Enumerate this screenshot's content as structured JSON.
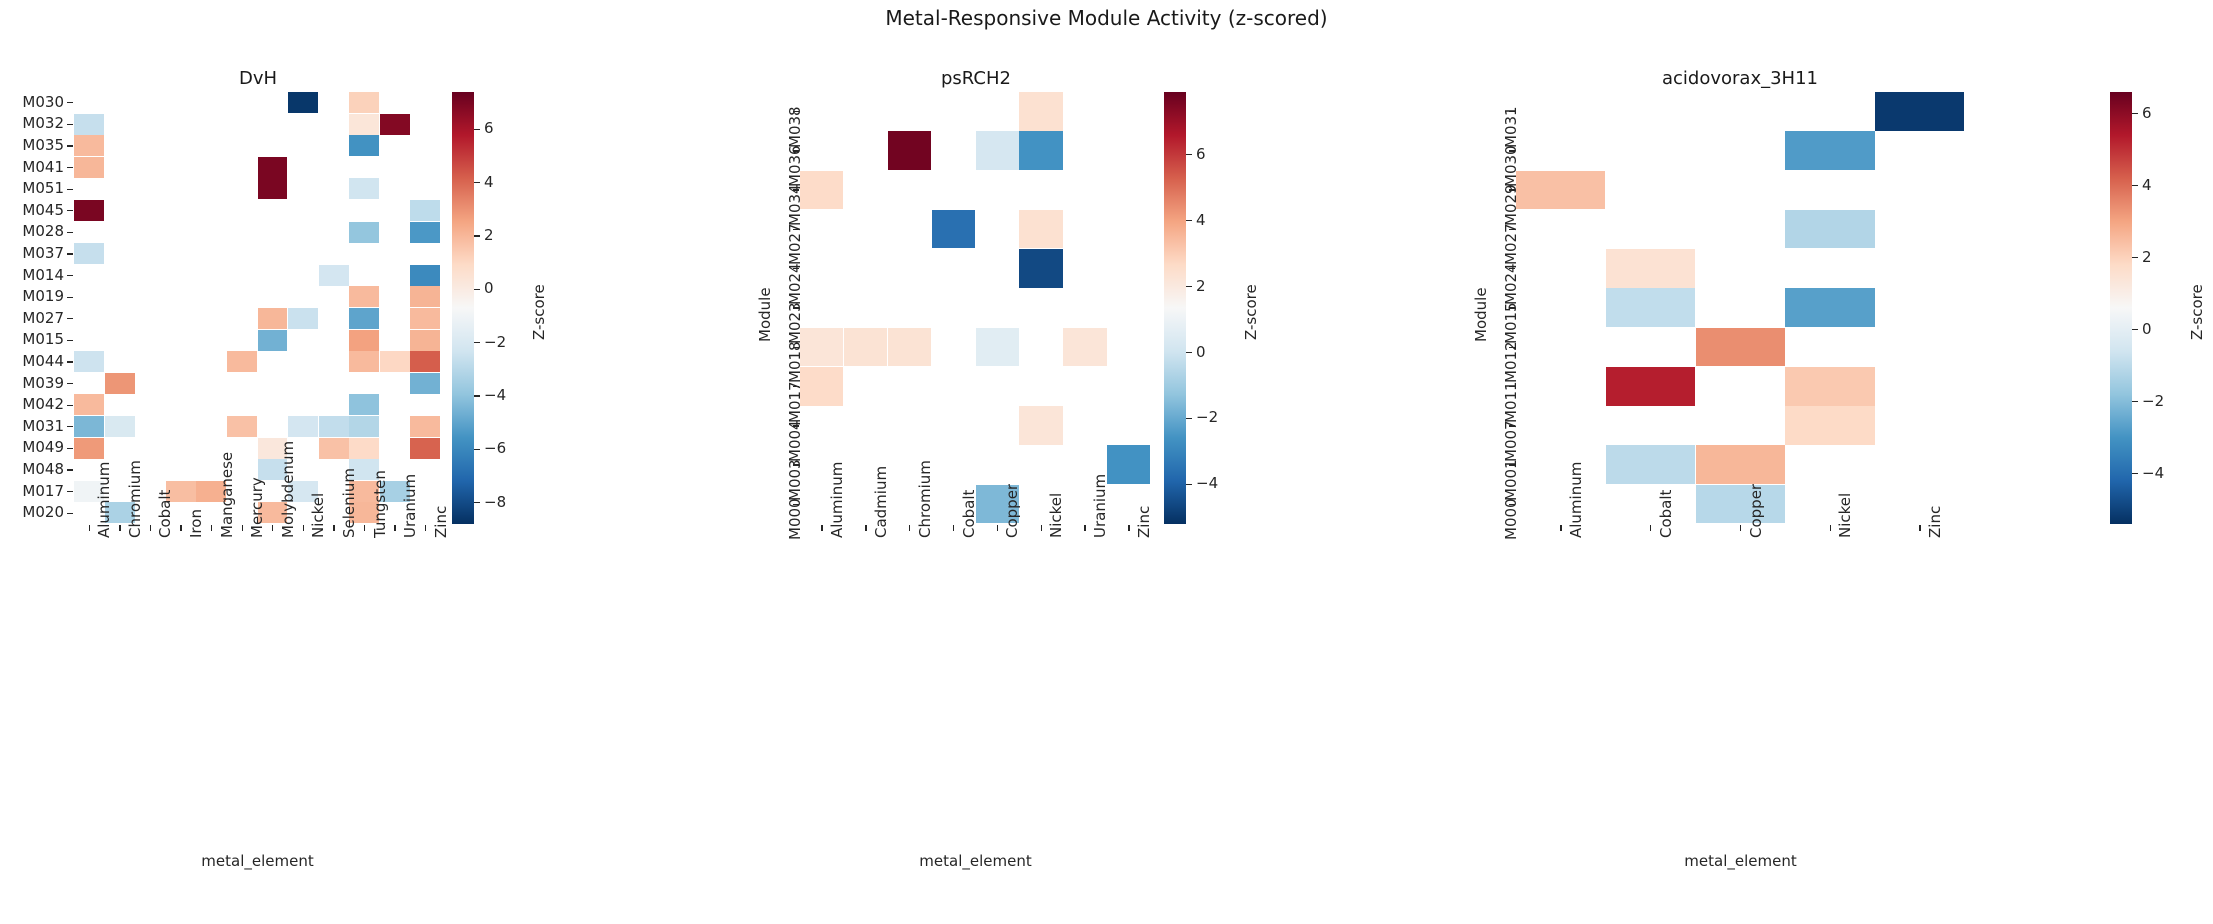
{
  "figure": {
    "suptitle": "Metal-Responsive Module Activity (z-scored)",
    "colorbar_label": "Z-score",
    "xaxis_label": "metal_element",
    "yaxis_label": "Module"
  },
  "chart_data": [
    {
      "type": "heatmap",
      "title": "DvH",
      "xlabel": "metal_element",
      "ylabel": "Module",
      "cbar_label": "Z-score",
      "cbar_ticks": [
        6,
        4,
        2,
        0,
        -2,
        -4,
        -6,
        -8
      ],
      "vmin": -8.8,
      "vmax": 7.4,
      "categories": [
        "Aluminum",
        "Chromium",
        "Cobalt",
        "Iron",
        "Manganese",
        "Mercury",
        "Molybdenum",
        "Nickel",
        "Selenium",
        "Tungsten",
        "Uranium",
        "Zinc"
      ],
      "rows": [
        "M030",
        "M032",
        "M035",
        "M041",
        "M051",
        "M045",
        "M028",
        "M037",
        "M014",
        "M019",
        "M027",
        "M015",
        "M044",
        "M039",
        "M042",
        "M031",
        "M049",
        "M048",
        "M017",
        "M020"
      ],
      "values": [
        [
          null,
          null,
          null,
          null,
          null,
          null,
          null,
          -8.6,
          null,
          1.2,
          null,
          null
        ],
        [
          -2.6,
          null,
          null,
          null,
          null,
          null,
          null,
          null,
          null,
          0.3,
          6.8,
          null
        ],
        [
          1.9,
          null,
          null,
          null,
          null,
          null,
          null,
          null,
          null,
          -5.6,
          null,
          null
        ],
        [
          2.0,
          null,
          null,
          null,
          null,
          null,
          7.0,
          null,
          null,
          null,
          null,
          null
        ],
        [
          null,
          null,
          null,
          null,
          null,
          null,
          7.0,
          null,
          null,
          -2.3,
          null,
          null
        ],
        [
          7.0,
          null,
          null,
          null,
          null,
          null,
          null,
          null,
          null,
          null,
          null,
          -2.8
        ],
        [
          null,
          null,
          null,
          null,
          null,
          null,
          null,
          null,
          null,
          -3.9,
          null,
          -5.4
        ],
        [
          -2.6,
          null,
          null,
          null,
          null,
          null,
          null,
          null,
          null,
          null,
          null,
          null
        ],
        [
          null,
          null,
          null,
          null,
          null,
          null,
          null,
          null,
          -2.2,
          null,
          null,
          -5.9
        ],
        [
          null,
          null,
          null,
          null,
          null,
          null,
          null,
          null,
          null,
          1.9,
          null,
          2.1
        ],
        [
          null,
          null,
          null,
          null,
          null,
          null,
          2.0,
          -2.5,
          null,
          -5.0,
          null,
          1.9
        ],
        [
          null,
          null,
          null,
          null,
          null,
          null,
          -4.6,
          null,
          null,
          2.6,
          null,
          2.1
        ],
        [
          -2.4,
          null,
          null,
          null,
          null,
          1.9,
          null,
          null,
          null,
          1.9,
          1.0,
          4.2
        ],
        [
          null,
          2.9,
          null,
          null,
          null,
          null,
          null,
          null,
          null,
          null,
          null,
          -4.6
        ],
        [
          1.9,
          null,
          null,
          null,
          null,
          null,
          null,
          null,
          null,
          -4.0,
          null,
          null
        ],
        [
          -4.4,
          -2.0,
          null,
          null,
          null,
          1.7,
          null,
          -2.2,
          -2.7,
          -3.1,
          null,
          1.9
        ],
        [
          2.8,
          null,
          null,
          null,
          null,
          null,
          0.2,
          null,
          1.7,
          0.9,
          null,
          4.1
        ],
        [
          null,
          null,
          null,
          null,
          null,
          null,
          -2.6,
          null,
          null,
          -2.3,
          null,
          null
        ],
        [
          -1.0,
          null,
          null,
          1.8,
          2.2,
          null,
          null,
          -2.1,
          null,
          1.9,
          -3.4,
          null
        ],
        [
          null,
          -3.3,
          null,
          null,
          null,
          null,
          1.9,
          null,
          null,
          2.0,
          null,
          null
        ]
      ]
    },
    {
      "type": "heatmap",
      "title": "psRCH2",
      "xlabel": "metal_element",
      "ylabel": "Module",
      "cbar_label": "Z-score",
      "cbar_ticks": [
        6,
        4,
        2,
        0,
        -2,
        -4
      ],
      "vmin": -5.2,
      "vmax": 7.9,
      "categories": [
        "Aluminum",
        "Cadmium",
        "Chromium",
        "Cobalt",
        "Copper",
        "Nickel",
        "Uranium",
        "Zinc"
      ],
      "rows": [
        "M038",
        "M036",
        "M034",
        "M027",
        "M024",
        "M023",
        "M018",
        "M017",
        "M004",
        "M003",
        "M000"
      ],
      "values": [
        [
          null,
          null,
          null,
          null,
          null,
          2.4,
          null,
          null
        ],
        [
          null,
          null,
          7.7,
          null,
          0.2,
          -2.6,
          null,
          null
        ],
        [
          2.6,
          null,
          null,
          null,
          null,
          null,
          null,
          null
        ],
        [
          null,
          null,
          null,
          -3.6,
          null,
          2.4,
          null,
          null
        ],
        [
          null,
          null,
          null,
          null,
          null,
          -4.6,
          null,
          null
        ],
        [
          null,
          null,
          null,
          null,
          null,
          null,
          null,
          null
        ],
        [
          2.2,
          2.3,
          2.3,
          null,
          0.6,
          null,
          2.2,
          null
        ],
        [
          2.6,
          null,
          null,
          null,
          null,
          null,
          null,
          null
        ],
        [
          null,
          null,
          null,
          null,
          null,
          2.2,
          null,
          null
        ],
        [
          null,
          null,
          null,
          null,
          null,
          null,
          null,
          -2.6
        ],
        [
          null,
          null,
          null,
          null,
          -1.6,
          null,
          null,
          null
        ]
      ]
    },
    {
      "type": "heatmap",
      "title": "acidovorax_3H11",
      "xlabel": "metal_element",
      "ylabel": "Module",
      "cbar_label": "Z-score",
      "cbar_ticks": [
        6,
        4,
        2,
        0,
        -2,
        -4
      ],
      "vmin": -5.4,
      "vmax": 6.6,
      "categories": [
        "Aluminum",
        "Cobalt",
        "Copper",
        "Nickel",
        "Zinc"
      ],
      "rows": [
        "M031",
        "M030",
        "M029",
        "M027",
        "M024",
        "M015",
        "M012",
        "M011",
        "M007",
        "M001",
        "M000"
      ],
      "values": [
        [
          null,
          null,
          null,
          null,
          -5.2
        ],
        [
          null,
          null,
          null,
          -2.8,
          null
        ],
        [
          2.4,
          null,
          null,
          null,
          null
        ],
        [
          null,
          null,
          null,
          -1.2,
          null
        ],
        [
          null,
          1.5,
          null,
          null,
          null
        ],
        [
          null,
          -0.9,
          null,
          -2.7,
          null
        ],
        [
          null,
          null,
          3.4,
          null,
          null
        ],
        [
          null,
          5.3,
          null,
          2.2,
          null
        ],
        [
          null,
          null,
          null,
          1.8,
          null
        ],
        [
          null,
          -1.0,
          2.6,
          null,
          null
        ],
        [
          null,
          null,
          -1.1,
          null,
          null
        ]
      ]
    }
  ]
}
